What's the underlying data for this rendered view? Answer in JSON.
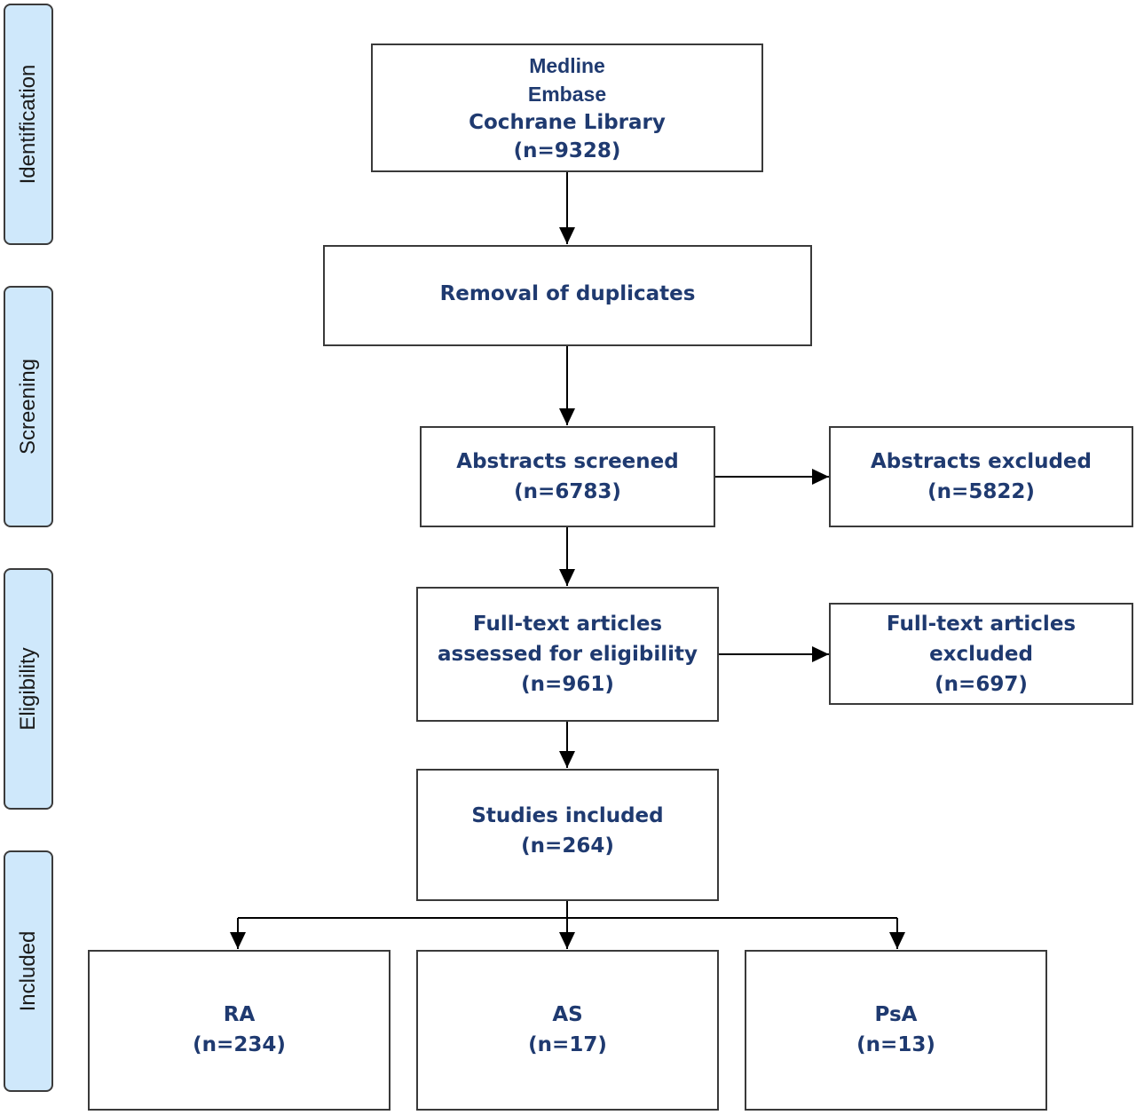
{
  "stages": [
    {
      "id": "identification",
      "label": "Identification"
    },
    {
      "id": "screening",
      "label": "Screening"
    },
    {
      "id": "eligibility",
      "label": "Eligibility"
    },
    {
      "id": "included",
      "label": "Included"
    }
  ],
  "boxes": {
    "sources": {
      "lines": [
        "Medline",
        "Embase",
        "Cochrane Library",
        "(n=9328)"
      ]
    },
    "duplicates": {
      "lines": [
        "Removal of duplicates"
      ]
    },
    "abstracts_screened": {
      "lines": [
        "Abstracts screened",
        "(n=6783)"
      ]
    },
    "abstracts_excluded": {
      "lines": [
        "Abstracts excluded",
        "(n=5822)"
      ]
    },
    "fulltext_assessed": {
      "lines": [
        "Full-text articles",
        "assessed for eligibility",
        "(n=961)"
      ]
    },
    "fulltext_excluded": {
      "lines": [
        "Full-text articles",
        "excluded",
        "(n=697)"
      ]
    },
    "studies_included": {
      "lines": [
        "Studies included",
        "(n=264)"
      ]
    },
    "ra": {
      "lines": [
        "RA",
        "(n=234)"
      ]
    },
    "as": {
      "lines": [
        "AS",
        "(n=17)"
      ]
    },
    "psa": {
      "lines": [
        "PsA",
        "(n=13)"
      ]
    }
  },
  "colors": {
    "box_text": "#1f3a70",
    "stage_fill": "#cfe8fb",
    "border": "#3a3a3a"
  }
}
